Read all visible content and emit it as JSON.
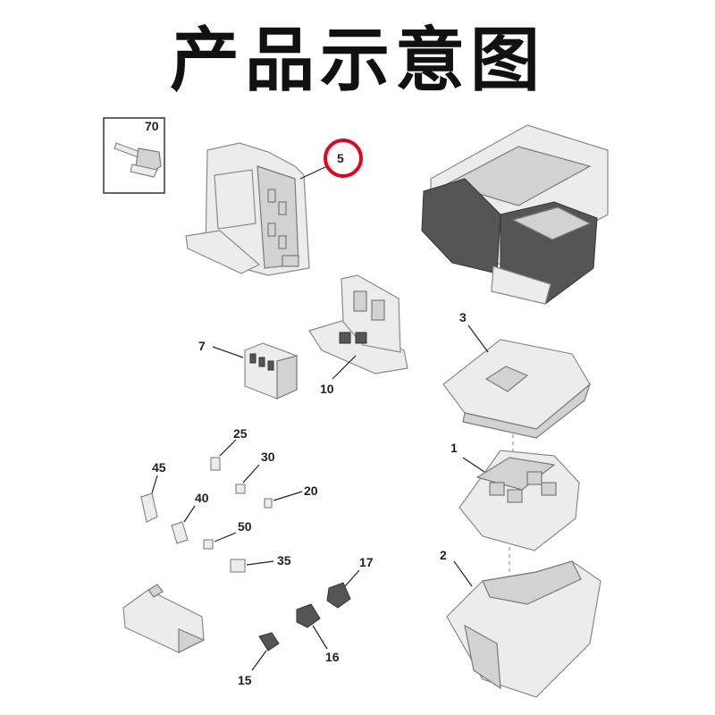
{
  "title": "产品示意图",
  "labels": {
    "p70": "70",
    "p5": "5",
    "p3": "3",
    "p7": "7",
    "p10": "10",
    "p1": "1",
    "p2": "2",
    "p25": "25",
    "p45": "45",
    "p30": "30",
    "p20": "20",
    "p40": "40",
    "p50": "50",
    "p35": "35",
    "p17": "17",
    "p16": "16",
    "p15": "15"
  },
  "highlight": {
    "part": "5",
    "color": "#e8001c"
  }
}
